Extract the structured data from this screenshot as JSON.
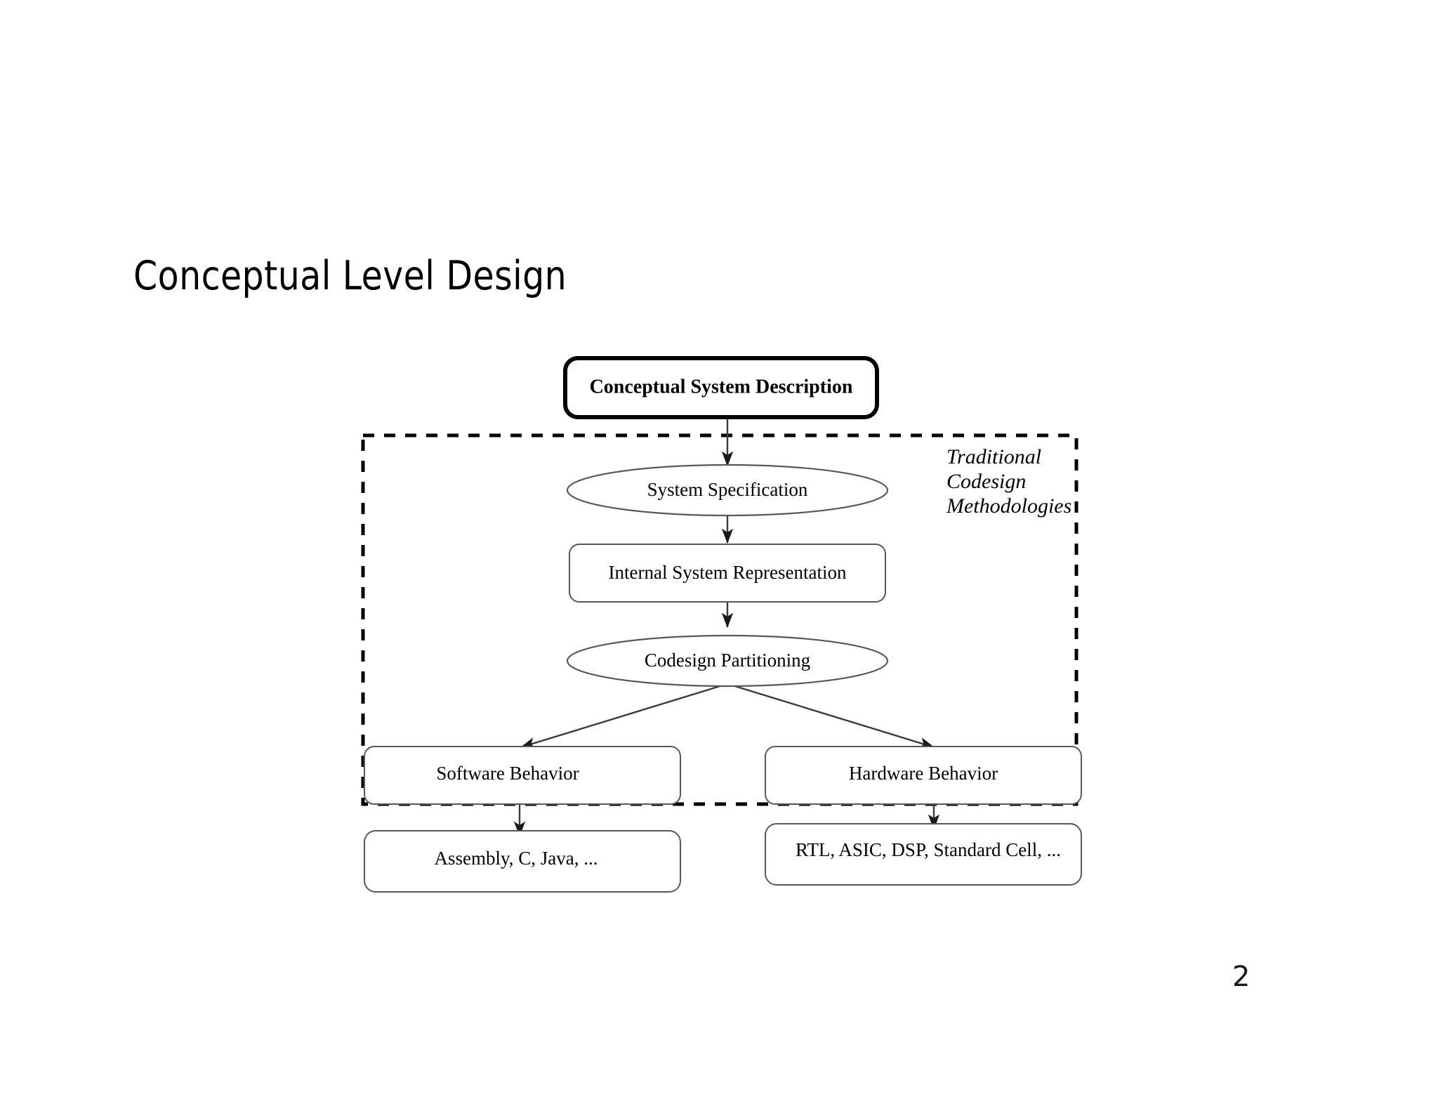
{
  "slide": {
    "title": "Conceptual Level Design",
    "page_number": "2",
    "background_color": "#ffffff",
    "text_color": "#000000"
  },
  "diagram": {
    "type": "flowchart",
    "region": {
      "label_lines": [
        "Traditional",
        "Codesign",
        "Methodologies"
      ],
      "border_style": "dashed",
      "border_color": "#000000"
    },
    "nodes": [
      {
        "id": "conceptual-system-description",
        "label": "Conceptual System Description",
        "shape": "rounded-rect",
        "emphasis": "bold",
        "border": "thick"
      },
      {
        "id": "system-specification",
        "label": "System Specification",
        "shape": "ellipse",
        "emphasis": "normal",
        "border": "thin"
      },
      {
        "id": "internal-system-representation",
        "label": "Internal System Representation",
        "shape": "rounded-rect",
        "emphasis": "normal",
        "border": "thin"
      },
      {
        "id": "codesign-partitioning",
        "label": "Codesign Partitioning",
        "shape": "ellipse",
        "emphasis": "normal",
        "border": "thin"
      },
      {
        "id": "software-behavior",
        "label": "Software Behavior",
        "shape": "rounded-rect",
        "emphasis": "normal",
        "border": "thin"
      },
      {
        "id": "hardware-behavior",
        "label": "Hardware Behavior",
        "shape": "rounded-rect",
        "emphasis": "normal",
        "border": "thin"
      },
      {
        "id": "software-implementations",
        "label": "Assembly, C, Java, ...",
        "shape": "rounded-rect",
        "emphasis": "normal",
        "border": "thin"
      },
      {
        "id": "hardware-implementations",
        "label": "RTL, ASIC, DSP, Standard Cell, ...",
        "shape": "rounded-rect",
        "emphasis": "normal",
        "border": "thin"
      }
    ],
    "edges": [
      {
        "from": "conceptual-system-description",
        "to": "system-specification",
        "style": "solid-arrow"
      },
      {
        "from": "system-specification",
        "to": "internal-system-representation",
        "style": "solid-arrow"
      },
      {
        "from": "internal-system-representation",
        "to": "codesign-partitioning",
        "style": "solid-arrow"
      },
      {
        "from": "codesign-partitioning",
        "to": "software-behavior",
        "style": "solid-arrow"
      },
      {
        "from": "codesign-partitioning",
        "to": "hardware-behavior",
        "style": "solid-arrow"
      },
      {
        "from": "software-behavior",
        "to": "software-implementations",
        "style": "solid-arrow"
      },
      {
        "from": "hardware-behavior",
        "to": "hardware-implementations",
        "style": "solid-arrow"
      }
    ]
  }
}
